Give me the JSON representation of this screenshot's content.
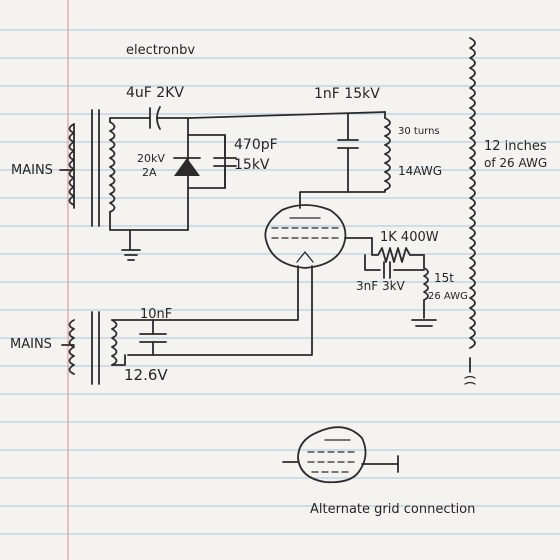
{
  "labels": {
    "author": "electronbv",
    "cap_4uf": "4uF 2KV",
    "cap_1nf": "1nF 15kV",
    "cap_470pf_a": "470pF",
    "cap_470pf_b": "15kV",
    "diode_a": "20kV",
    "diode_b": "2A",
    "mains_top": "MAINS",
    "coil_turns": "30 turns",
    "coil_wire": "14AWG",
    "secondary_a": "12 inches",
    "secondary_b": "of 26 AWG",
    "res_1k": "1K 400W",
    "cap_3nf": "3nF 3kV",
    "rfc_a": "15t",
    "rfc_b": "26 AWG",
    "cap_10nf": "10nF",
    "mains_bottom": "MAINS",
    "filament": "12.6V",
    "alt_caption": "Alternate grid connection"
  },
  "colors": {
    "ink": "#2b2b2b",
    "paper": "#f4f3ef",
    "rule": "#a9c6de",
    "margin": "#e39b9b"
  }
}
